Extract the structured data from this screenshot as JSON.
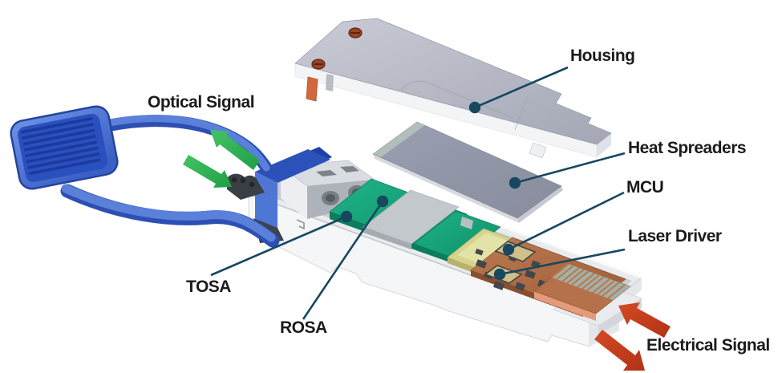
{
  "diagram": {
    "type": "exploded-view-diagram",
    "callouts": [
      {
        "id": "housing",
        "text": "Housing"
      },
      {
        "id": "heat-spreaders",
        "text": "Heat Spreaders"
      },
      {
        "id": "mcu",
        "text": "MCU"
      },
      {
        "id": "laser-driver",
        "text": "Laser Driver"
      },
      {
        "id": "tosa",
        "text": "TOSA"
      },
      {
        "id": "rosa",
        "text": "ROSA"
      }
    ],
    "signals": [
      {
        "id": "optical-signal",
        "text": "Optical Signal",
        "arrow_color": "#2eb253",
        "arrow_count": 2
      },
      {
        "id": "electrical-signal",
        "text": "Electrical Signal",
        "arrow_color": "#c23a1c",
        "arrow_count": 2
      }
    ],
    "colors": {
      "background": "#ffffff",
      "label_text": "#1b1b1b",
      "leader_line": "#17485f",
      "leader_dot": "#17485f",
      "optical_arrow_green": "#2eb253",
      "electrical_arrow_red": "#c23a1c",
      "latch_blue": "#4a73d2",
      "latch_blue_dark": "#2b4cb0",
      "tosa_rosa_green": "#16a57e",
      "flex_yellow": "#d6d38c",
      "pcb_copper": "#b06b42",
      "chip_tan": "#cfc089",
      "housing_gray": "#b2b6c1",
      "heat_spreader_gray": "#989cac",
      "chassis_white": "#eef0f2",
      "screw_red": "#8a3c20"
    }
  }
}
